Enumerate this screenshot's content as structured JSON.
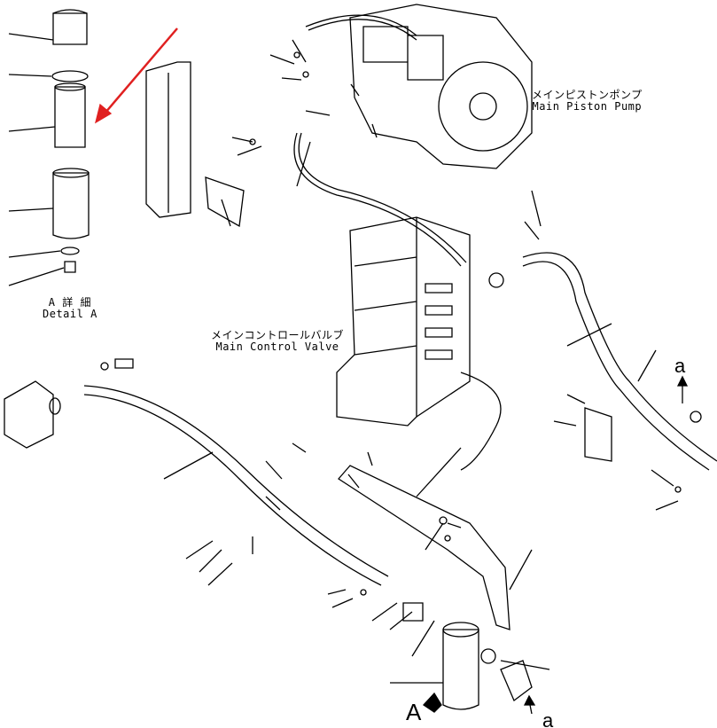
{
  "labels": {
    "pump_jp": "メインピストンポンプ",
    "pump_en": "Main Piston Pump",
    "valve_jp": "メインコントロールバルブ",
    "valve_en": "Main Control Valve",
    "detail_jp": "A 詳 細",
    "detail_en": "Detail A",
    "view_a_upper": "a",
    "view_a_lower": "a",
    "view_A": "A"
  },
  "colors": {
    "highlight_arrow": "#e02020",
    "line": "#000000"
  }
}
